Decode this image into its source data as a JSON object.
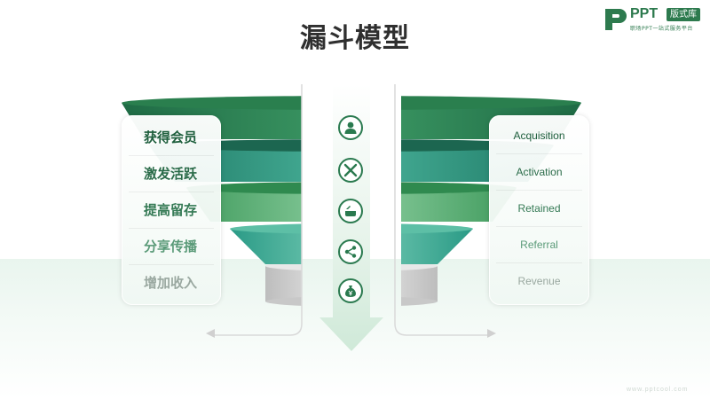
{
  "title": "漏斗模型",
  "logo": {
    "brand": "PPT",
    "badge": "版式库",
    "tagline": "职场PPT一站式服务平台"
  },
  "funnel_left": [
    {
      "label": "获得会员"
    },
    {
      "label": "激发活跃"
    },
    {
      "label": "提高留存"
    },
    {
      "label": "分享传播"
    },
    {
      "label": "增加收入"
    }
  ],
  "funnel_right": [
    {
      "label": "Acquisition"
    },
    {
      "label": "Activation"
    },
    {
      "label": "Retained"
    },
    {
      "label": "Referral"
    },
    {
      "label": "Revenue"
    }
  ],
  "icons": [
    "user-icon",
    "tools-icon",
    "pot-icon",
    "share-icon",
    "money-bag-icon"
  ],
  "colors": {
    "accent_dark": "#1f6b45",
    "accent": "#3aa06a",
    "teal": "#2d9a86",
    "light_band": "#e9f5ee"
  },
  "watermark": "www.pptcool.com"
}
